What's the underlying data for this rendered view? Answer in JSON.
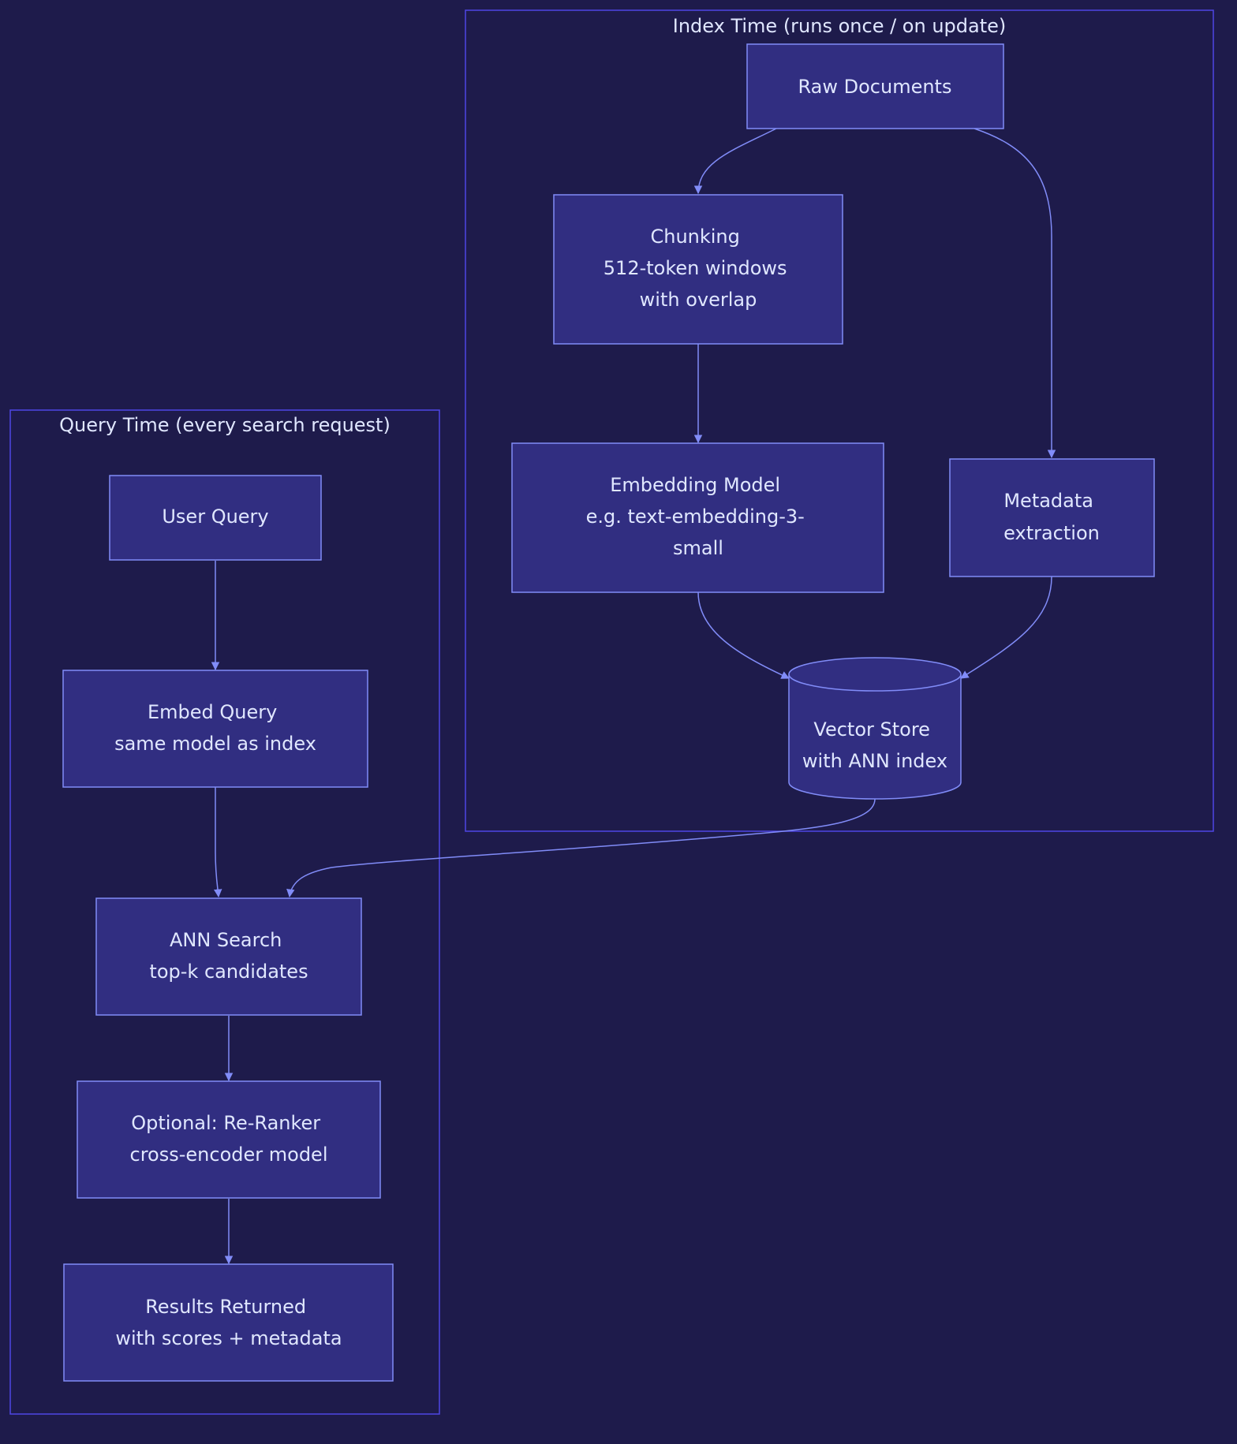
{
  "clusters": {
    "index": {
      "title": "Index Time (runs once / on update)"
    },
    "query": {
      "title": "Query Time (every search request)"
    }
  },
  "nodes": {
    "raw_documents": {
      "lines": [
        "Raw Documents"
      ]
    },
    "chunking": {
      "lines": [
        "Chunking",
        "512-token windows",
        "with overlap"
      ]
    },
    "embedding_model": {
      "lines": [
        "Embedding Model",
        "e.g. text-embedding-3-",
        "small"
      ]
    },
    "metadata_extraction": {
      "lines": [
        "Metadata",
        "extraction"
      ]
    },
    "vector_store": {
      "lines": [
        "Vector Store",
        "with ANN index"
      ]
    },
    "user_query": {
      "lines": [
        "User Query"
      ]
    },
    "embed_query": {
      "lines": [
        "Embed Query",
        "same model as index"
      ]
    },
    "ann_search": {
      "lines": [
        "ANN Search",
        "top-k candidates"
      ]
    },
    "re_ranker": {
      "lines": [
        "Optional: Re-Ranker",
        "cross-encoder model"
      ]
    },
    "results_returned": {
      "lines": [
        "Results Returned",
        "with scores + metadata"
      ]
    }
  },
  "edges": [
    {
      "from": "raw_documents",
      "to": "chunking"
    },
    {
      "from": "raw_documents",
      "to": "metadata_extraction"
    },
    {
      "from": "chunking",
      "to": "embedding_model"
    },
    {
      "from": "embedding_model",
      "to": "vector_store"
    },
    {
      "from": "metadata_extraction",
      "to": "vector_store"
    },
    {
      "from": "vector_store",
      "to": "ann_search"
    },
    {
      "from": "user_query",
      "to": "embed_query"
    },
    {
      "from": "embed_query",
      "to": "ann_search"
    },
    {
      "from": "ann_search",
      "to": "re_ranker"
    },
    {
      "from": "re_ranker",
      "to": "results_returned"
    }
  ],
  "colors": {
    "background": "#1e1b4b",
    "cluster_border": "#4f46e5",
    "node_fill": "#312e81",
    "node_border": "#818cf8",
    "edge": "#818cf8",
    "text": "#e0e7ff"
  }
}
